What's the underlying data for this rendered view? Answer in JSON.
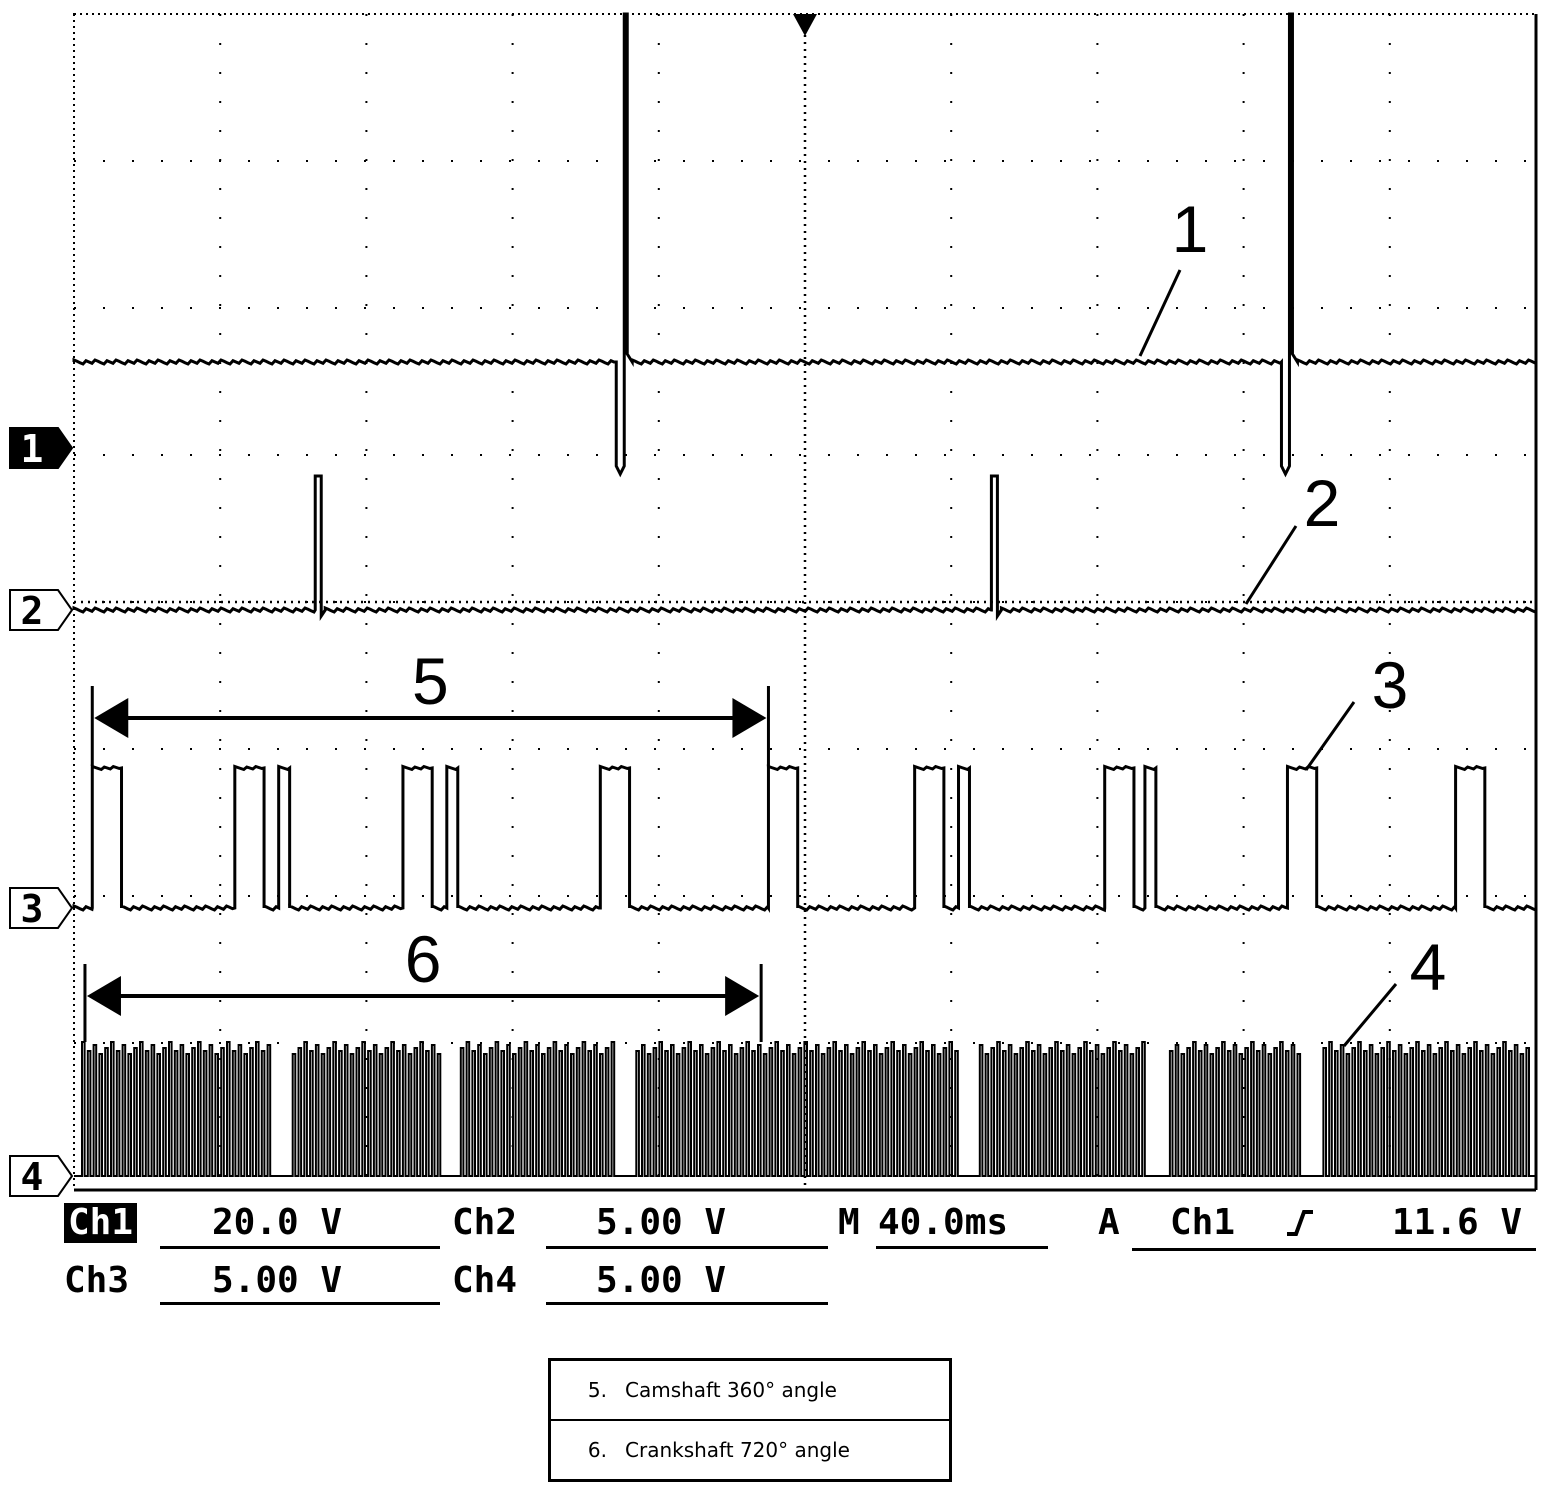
{
  "chart_data": {
    "type": "line",
    "x_unit": "ms",
    "x_range": [
      0,
      400
    ],
    "x_divisions": 10,
    "y_divisions": 8,
    "grid": true,
    "series": [
      {
        "channel": "1",
        "callout": "1",
        "scale": "20.0 V",
        "waveform": "flat line with a sharp negative then positive spike",
        "spike_times_ms": [
          150,
          332
        ]
      },
      {
        "channel": "2",
        "callout": "2",
        "scale": "5.00 V",
        "waveform": "flat line with short positive pulses",
        "pulse_times_ms": [
          66,
          251
        ]
      },
      {
        "channel": "3",
        "callout": "3",
        "scale": "5.00 V",
        "waveform": "square pulse train (camshaft position signal)",
        "pulses_ms": [
          [
            5,
            13
          ],
          [
            44,
            52
          ],
          [
            56,
            59
          ],
          [
            90,
            98
          ],
          [
            102,
            105
          ],
          [
            144,
            152
          ],
          [
            190,
            198
          ],
          [
            230,
            238
          ],
          [
            242,
            245
          ],
          [
            282,
            290
          ],
          [
            293,
            296
          ],
          [
            332,
            340
          ],
          [
            378,
            386
          ]
        ]
      },
      {
        "channel": "4",
        "callout": "4",
        "scale": "5.00 V",
        "waveform": "dense tooth pulse train with periodic missing-tooth gaps (crankshaft position signal)",
        "gap_times_ms": [
          56,
          102,
          150,
          244,
          296,
          338
        ]
      }
    ],
    "annotations": [
      {
        "label": "5",
        "type": "double-headed arrow",
        "from_ms": 5,
        "to_ms": 190
      },
      {
        "label": "6",
        "type": "double-headed arrow",
        "from_ms": 3,
        "to_ms": 188
      }
    ]
  },
  "readout": {
    "ch1_label": "Ch1",
    "ch1_value": "20.0 V",
    "ch2_label": "Ch2",
    "ch2_value": "5.00 V",
    "m_label": "M",
    "m_value": "40.0ms",
    "a_label": "A",
    "trigger_channel": "Ch1",
    "trigger_value": "11.6 V",
    "ch3_label": "Ch3",
    "ch3_value": "5.00 V",
    "ch4_label": "Ch4",
    "ch4_value": "5.00 V"
  },
  "legend": [
    {
      "num": "5.",
      "text": "Camshaft 360° angle"
    },
    {
      "num": "6.",
      "text": "Crankshaft 720° angle"
    }
  ]
}
